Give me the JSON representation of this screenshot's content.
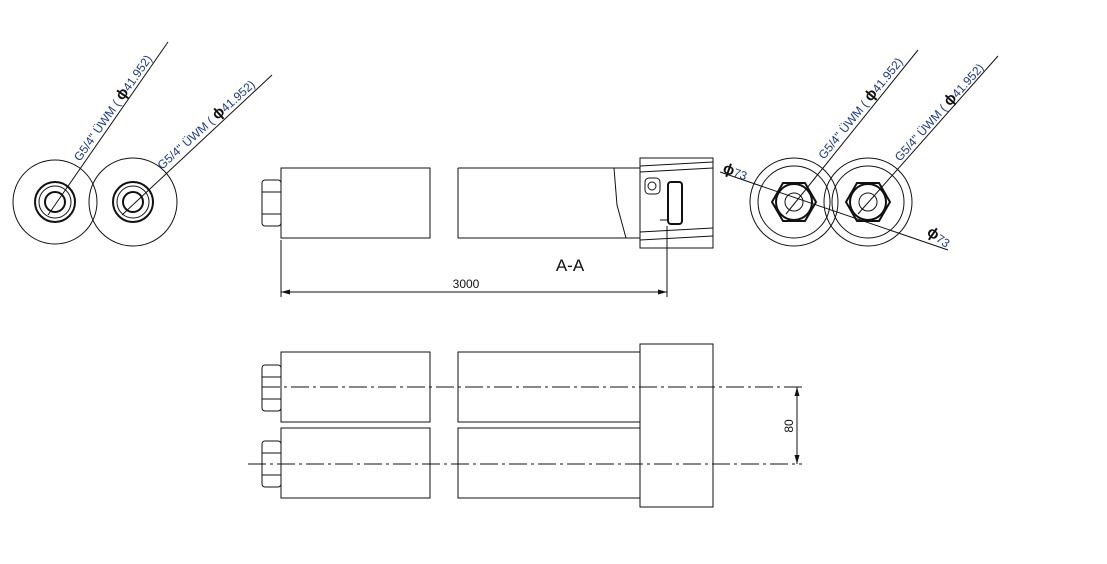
{
  "thread_callouts": [
    {
      "thread": "G5/4\" ÜWM (",
      "phi": "ϕ",
      "diameter": "41.952)"
    },
    {
      "thread": "G5/4\" ÜWM (",
      "phi": "ϕ",
      "diameter": "41.952)"
    },
    {
      "thread": "G5/4\" ÜWM (",
      "phi": "ϕ",
      "diameter": "41.952)"
    },
    {
      "thread": "G5/4\" ÜWM (",
      "phi": "ϕ",
      "diameter": "41.952)"
    }
  ],
  "outer_diameter": [
    {
      "phi": "ϕ",
      "value": "73"
    },
    {
      "phi": "ϕ",
      "value": "73"
    }
  ],
  "section_label": "A-A",
  "length_dimension": "3000",
  "spacing_dimension": "80"
}
